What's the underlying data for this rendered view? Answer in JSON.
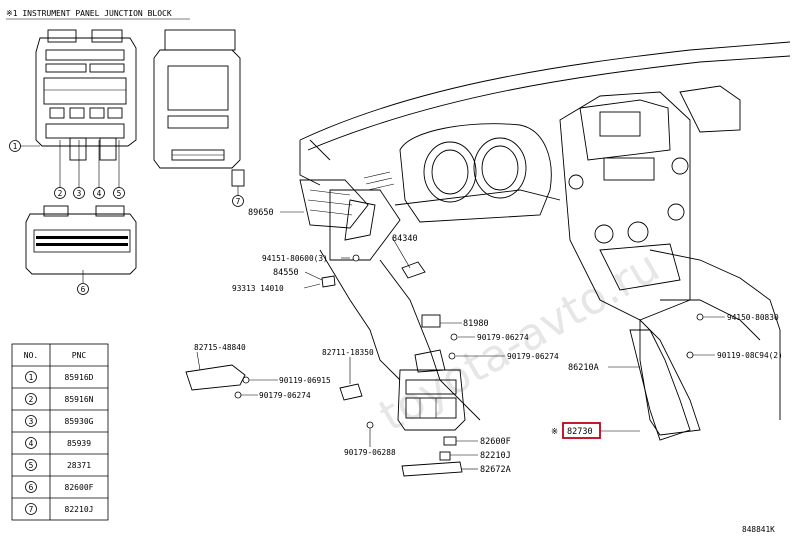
{
  "header": {
    "title": "※1 INSTRUMENT PANEL JUNCTION BLOCK"
  },
  "watermark": "toyota-avto.ru",
  "figure_code": "848841K",
  "callouts": {
    "c1": "1",
    "c2": "2",
    "c3": "3",
    "c4": "4",
    "c5": "5",
    "c6": "6",
    "c7": "7"
  },
  "labels": {
    "p89650": "89650",
    "p94151": "94151-80600(3)",
    "p84340": "84340",
    "p84550": "84550",
    "p93313": "93313 14010",
    "p81980": "81980",
    "p90179_a": "90179-06274",
    "p90179_b": "90179-06274",
    "p82715": "82715-48840",
    "p82711": "82711-18350",
    "p90119_a": "90119-06915",
    "p90179_c": "90179-06274",
    "p90179_d": "90179-06288",
    "p82600F": "82600F",
    "p82210J": "82210J",
    "p82672A": "82672A",
    "p94150": "94150-80830",
    "p90119_b": "90119-08C94(2)",
    "p86210A": "86210A",
    "asterisk": "※",
    "p82730": "82730"
  },
  "highlight_color": "#c0001a",
  "table": {
    "headers": [
      "NO.",
      "PNC"
    ],
    "rows": [
      {
        "no": "1",
        "pnc": "85916D"
      },
      {
        "no": "2",
        "pnc": "85916N"
      },
      {
        "no": "3",
        "pnc": "85930G"
      },
      {
        "no": "4",
        "pnc": "85939"
      },
      {
        "no": "5",
        "pnc": "28371"
      },
      {
        "no": "6",
        "pnc": "82600F"
      },
      {
        "no": "7",
        "pnc": "82210J"
      }
    ]
  }
}
